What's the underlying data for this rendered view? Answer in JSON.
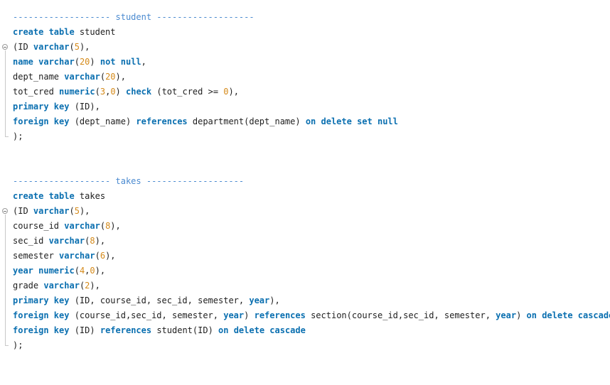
{
  "sections": [
    {
      "divider": "------------------- student -------------------",
      "lines": [
        [
          {
            "t": "create table",
            "c": "kw"
          },
          {
            "t": " student",
            "c": ""
          }
        ],
        [
          {
            "t": "(ID ",
            "c": ""
          },
          {
            "t": "varchar",
            "c": "kw"
          },
          {
            "t": "(",
            "c": ""
          },
          {
            "t": "5",
            "c": "num"
          },
          {
            "t": "),",
            "c": ""
          }
        ],
        [
          {
            "t": "name varchar",
            "c": "kw"
          },
          {
            "t": "(",
            "c": ""
          },
          {
            "t": "20",
            "c": "num"
          },
          {
            "t": ") ",
            "c": ""
          },
          {
            "t": "not null",
            "c": "kw"
          },
          {
            "t": ",",
            "c": ""
          }
        ],
        [
          {
            "t": "dept_name ",
            "c": ""
          },
          {
            "t": "varchar",
            "c": "kw"
          },
          {
            "t": "(",
            "c": ""
          },
          {
            "t": "20",
            "c": "num"
          },
          {
            "t": "),",
            "c": ""
          }
        ],
        [
          {
            "t": "tot_cred ",
            "c": ""
          },
          {
            "t": "numeric",
            "c": "kw"
          },
          {
            "t": "(",
            "c": ""
          },
          {
            "t": "3",
            "c": "num"
          },
          {
            "t": ",",
            "c": ""
          },
          {
            "t": "0",
            "c": "num"
          },
          {
            "t": ") ",
            "c": ""
          },
          {
            "t": "check",
            "c": "kw"
          },
          {
            "t": " (tot_cred >= ",
            "c": ""
          },
          {
            "t": "0",
            "c": "num"
          },
          {
            "t": "),",
            "c": ""
          }
        ],
        [
          {
            "t": "primary key",
            "c": "kw"
          },
          {
            "t": " (ID),",
            "c": ""
          }
        ],
        [
          {
            "t": "foreign key",
            "c": "kw"
          },
          {
            "t": " (dept_name) ",
            "c": ""
          },
          {
            "t": "references",
            "c": "kw"
          },
          {
            "t": " department(dept_name) ",
            "c": ""
          },
          {
            "t": "on delete set null",
            "c": "kw"
          }
        ],
        [
          {
            "t": ");",
            "c": ""
          }
        ]
      ]
    },
    {
      "divider": "------------------- takes -------------------",
      "lines": [
        [
          {
            "t": "create table",
            "c": "kw"
          },
          {
            "t": " takes",
            "c": ""
          }
        ],
        [
          {
            "t": "(ID ",
            "c": ""
          },
          {
            "t": "varchar",
            "c": "kw"
          },
          {
            "t": "(",
            "c": ""
          },
          {
            "t": "5",
            "c": "num"
          },
          {
            "t": "),",
            "c": ""
          }
        ],
        [
          {
            "t": "course_id ",
            "c": ""
          },
          {
            "t": "varchar",
            "c": "kw"
          },
          {
            "t": "(",
            "c": ""
          },
          {
            "t": "8",
            "c": "num"
          },
          {
            "t": "),",
            "c": ""
          }
        ],
        [
          {
            "t": "sec_id ",
            "c": ""
          },
          {
            "t": "varchar",
            "c": "kw"
          },
          {
            "t": "(",
            "c": ""
          },
          {
            "t": "8",
            "c": "num"
          },
          {
            "t": "),",
            "c": ""
          }
        ],
        [
          {
            "t": "semester ",
            "c": ""
          },
          {
            "t": "varchar",
            "c": "kw"
          },
          {
            "t": "(",
            "c": ""
          },
          {
            "t": "6",
            "c": "num"
          },
          {
            "t": "),",
            "c": ""
          }
        ],
        [
          {
            "t": "year numeric",
            "c": "kw"
          },
          {
            "t": "(",
            "c": ""
          },
          {
            "t": "4",
            "c": "num"
          },
          {
            "t": ",",
            "c": ""
          },
          {
            "t": "0",
            "c": "num"
          },
          {
            "t": "),",
            "c": ""
          }
        ],
        [
          {
            "t": "grade ",
            "c": ""
          },
          {
            "t": "varchar",
            "c": "kw"
          },
          {
            "t": "(",
            "c": ""
          },
          {
            "t": "2",
            "c": "num"
          },
          {
            "t": "),",
            "c": ""
          }
        ],
        [
          {
            "t": "primary key",
            "c": "kw"
          },
          {
            "t": " (ID, course_id, sec_id, semester, ",
            "c": ""
          },
          {
            "t": "year",
            "c": "kw"
          },
          {
            "t": "),",
            "c": ""
          }
        ],
        [
          {
            "t": "foreign key",
            "c": "kw"
          },
          {
            "t": " (course_id,sec_id, semester, ",
            "c": ""
          },
          {
            "t": "year",
            "c": "kw"
          },
          {
            "t": ") ",
            "c": ""
          },
          {
            "t": "references",
            "c": "kw"
          },
          {
            "t": " section(course_id,sec_id, semester, ",
            "c": ""
          },
          {
            "t": "year",
            "c": "kw"
          },
          {
            "t": ") ",
            "c": ""
          },
          {
            "t": "on delete cascade",
            "c": "kw"
          },
          {
            "t": ",",
            "c": ""
          }
        ],
        [
          {
            "t": "foreign key",
            "c": "kw"
          },
          {
            "t": " (ID) ",
            "c": ""
          },
          {
            "t": "references",
            "c": "kw"
          },
          {
            "t": " student(ID) ",
            "c": ""
          },
          {
            "t": "on delete cascade",
            "c": "kw"
          }
        ],
        [
          {
            "t": ");",
            "c": ""
          }
        ]
      ]
    }
  ],
  "colors": {
    "keyword": "#0a6fb0",
    "number": "#d58a1a",
    "comment": "#4a8ad0",
    "text": "#1e1e1e"
  }
}
